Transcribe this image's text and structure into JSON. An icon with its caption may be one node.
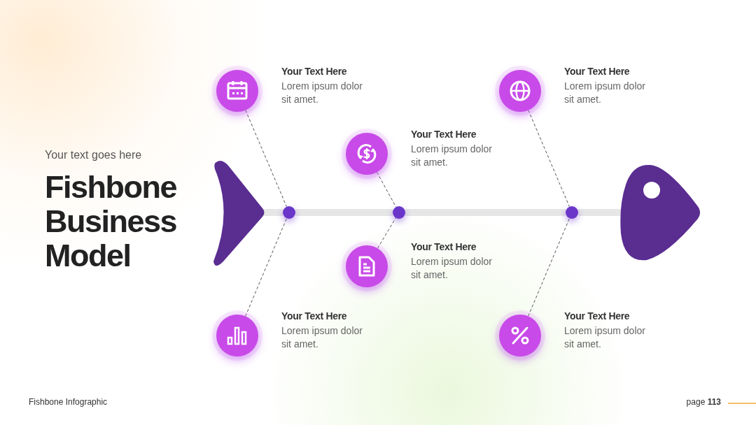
{
  "diagram": {
    "title": "Fishbone Business Model",
    "nodes": [
      {
        "text": [],
        "shape": "circle",
        "beside": [
          "Your Text Here",
          "Lorem ipsum dolor sit amet."
        ]
      },
      {
        "text": [],
        "shape": "circle",
        "beside": [
          "Your Text Here",
          "Lorem ipsum dolor sit amet."
        ]
      },
      {
        "text": [],
        "shape": "circle",
        "beside": [
          "Your Text Here",
          "Lorem ipsum dolor sit amet."
        ]
      },
      {
        "text": [],
        "shape": "picture"
      },
      {
        "text": [],
        "shape": "circle"
      },
      {
        "text": [],
        "shape": "circle"
      },
      {
        "text": [],
        "shape": "circle"
      },
      {
        "text": [],
        "shape": "picture"
      },
      {
        "text": [],
        "shape": "circle",
        "beside": [
          "Your Text Here",
          "Lorem ipsum dolor sit amet."
        ]
      },
      {
        "text": [],
        "shape": "circle",
        "beside": [
          "Your Text Here",
          "Lorem ipsum dolor sit amet."
        ]
      },
      {
        "text": [],
        "shape": "circle",
        "beside": [
          "Your Text Here",
          "Lorem ipsum dolor sit amet."
        ]
      }
    ],
    "edges": [
      {
        "from": 0,
        "to": 4,
        "arrow": "none",
        "style": "dashed"
      },
      {
        "from": 9,
        "to": 4,
        "arrow": "none",
        "style": "dashed"
      },
      {
        "from": 2,
        "to": 5,
        "arrow": "none",
        "style": "dashed"
      },
      {
        "from": 8,
        "to": 5,
        "arrow": "none",
        "style": "dashed"
      },
      {
        "from": 1,
        "to": 6,
        "arrow": "none",
        "style": "dashed"
      },
      {
        "from": 10,
        "to": 6,
        "arrow": "none",
        "style": "dashed"
      },
      {
        "from": 3,
        "to": 4,
        "arrow": "none",
        "style": "thick",
        "color": "#e6e6e6"
      },
      {
        "from": 4,
        "to": 5,
        "arrow": "none",
        "style": "thick",
        "color": "#e6e6e6"
      },
      {
        "from": 5,
        "to": 6,
        "arrow": "none",
        "style": "thick",
        "color": "#e6e6e6"
      },
      {
        "from": 6,
        "to": 7,
        "arrow": "none",
        "style": "thick",
        "color": "#e6e6e6"
      }
    ],
    "labels": [
      "Your text goes here",
      "Fishbone Infographic",
      "page **113**"
    ]
  }
}
